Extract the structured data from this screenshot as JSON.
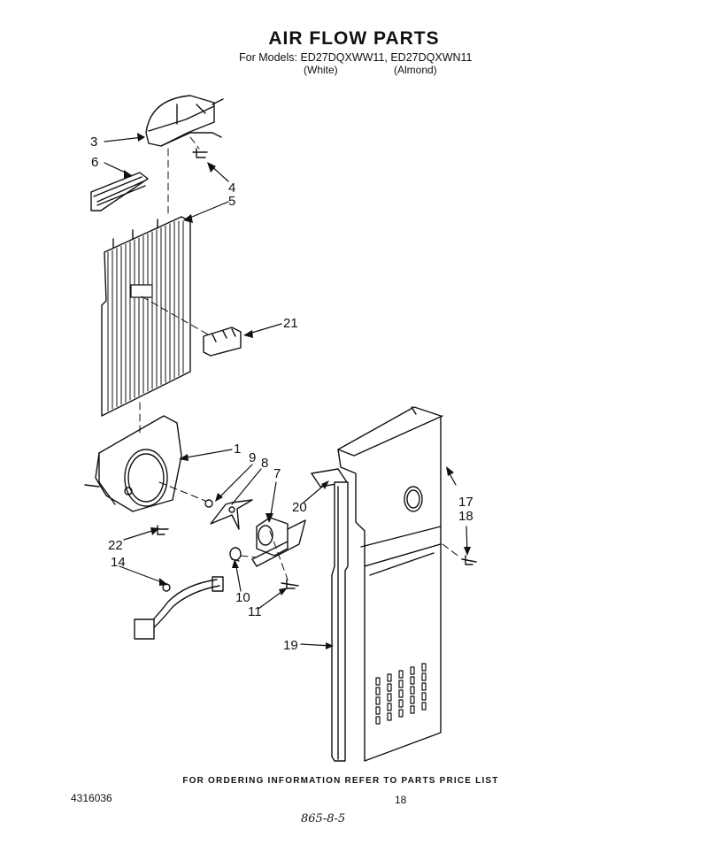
{
  "header": {
    "title": "AIR FLOW PARTS",
    "models_line": "For Models: ED27DQXWW11, ED27DQXWN11",
    "white_label": "(White)",
    "almond_label": "(Almond)"
  },
  "callouts": {
    "c3": "3",
    "c6": "6",
    "c4": "4",
    "c5": "5",
    "c21": "21",
    "c1": "1",
    "c9": "9",
    "c8": "8",
    "c7": "7",
    "c20": "20",
    "c17": "17",
    "c18": "18",
    "c22": "22",
    "c14": "14",
    "c10": "10",
    "c11": "11",
    "c19": "19"
  },
  "footer": {
    "ordering_info": "FOR ORDERING INFORMATION REFER TO PARTS PRICE LIST",
    "doc_number": "4316036",
    "page_number": "18",
    "handwritten_note": "865-8-5"
  }
}
